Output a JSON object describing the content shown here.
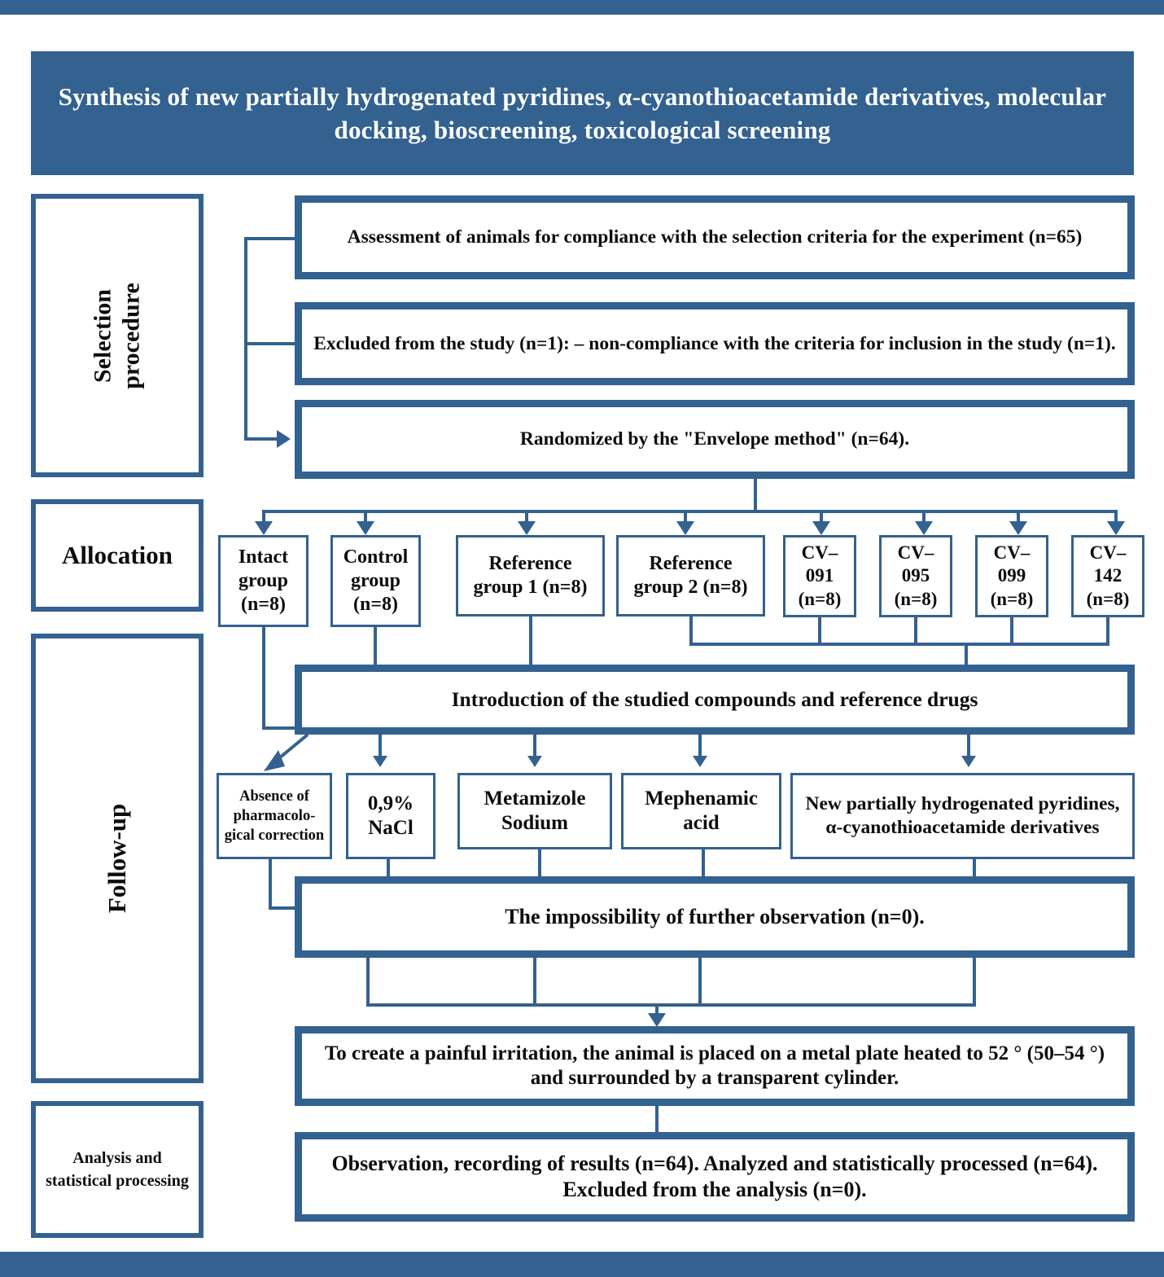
{
  "theme": {
    "accent": "#336190",
    "text": "#0d0d0d",
    "page_bg": "#ffffff"
  },
  "title": "Synthesis of new partially hydrogenated pyridines, α-cyanothioacetamide derivatives, molecular docking, bioscreening, toxicological screening",
  "stages": {
    "selection": "Selection procedure",
    "allocation": "Allocation",
    "followup": "Follow-up",
    "analysis": "Analysis and statistical processing"
  },
  "selection_boxes": [
    {
      "id": "assessment",
      "text": "Assessment of animals for compliance with the selection criteria for the experiment (n=65)"
    },
    {
      "id": "excluded",
      "text": "Excluded from the study (n=1): – non-compliance with the criteria for inclusion in the study (n=1)."
    },
    {
      "id": "randomized",
      "text": "Randomized by the \"Envelope method\" (n=64)."
    }
  ],
  "allocation_groups": [
    {
      "id": "intact",
      "label": "Intact group (n=8)"
    },
    {
      "id": "control",
      "label": "Control group (n=8)"
    },
    {
      "id": "ref1",
      "label": "Reference group 1 (n=8)"
    },
    {
      "id": "ref2",
      "label": "Reference group 2 (n=8)"
    },
    {
      "id": "cv091",
      "label": "CV–091 (n=8)"
    },
    {
      "id": "cv095",
      "label": "CV–095 (n=8)"
    },
    {
      "id": "cv099",
      "label": "CV–099 (n=8)"
    },
    {
      "id": "cv142",
      "label": "CV–142 (n=8)"
    }
  ],
  "followup": {
    "introduction": "Introduction of the studied compounds and reference drugs",
    "treatments": [
      {
        "id": "absence",
        "label": "Absence of pharmacolo-gical correction"
      },
      {
        "id": "nacl",
        "label": "0,9% NaCl"
      },
      {
        "id": "metamizole",
        "label": "Metamizole Sodium"
      },
      {
        "id": "mephenamic",
        "label": "Mephenamic acid"
      },
      {
        "id": "newpyridines",
        "label": "New partially hydrogenated pyridines,  α-cyanothioacetamide derivatives"
      }
    ],
    "impossibility": "The impossibility of further observation (n=0).",
    "irritation": "To create a painful irritation, the animal is placed on a metal plate heated to 52 ° (50–54 °) and surrounded by a transparent cylinder."
  },
  "analysis": {
    "observation": "Observation, recording of results (n=64).  Analyzed and statistically processed (n=64). Excluded from the analysis (n=0)."
  }
}
